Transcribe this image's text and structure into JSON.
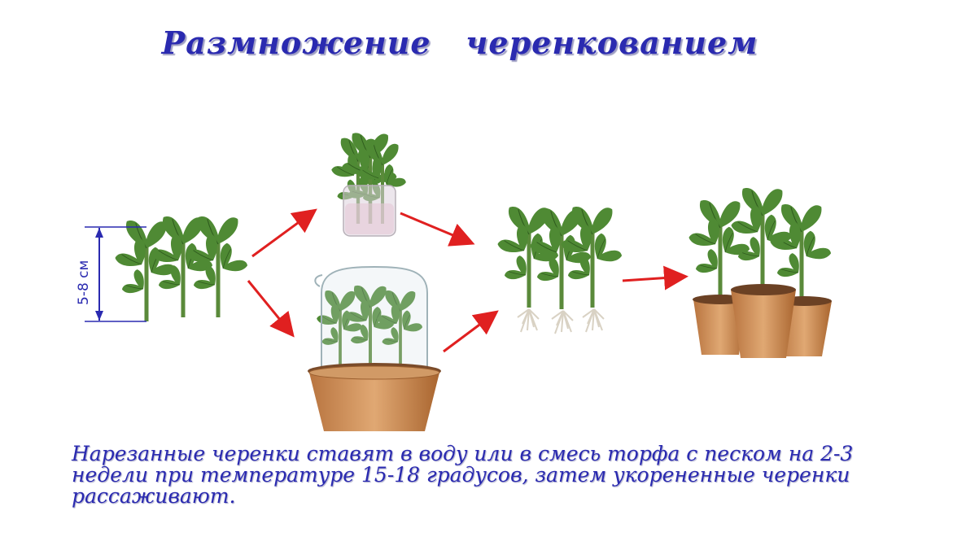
{
  "title": "Размножение   черенкованием",
  "dimension_label": "5-8 см",
  "caption": "Нарезанные черенки ставят в воду или в смесь торфа с песком на 2-3 недели при температуре 15-18 градусов, затем укорененные черенки рассаживают.",
  "colors": {
    "text": "#2a2ab0",
    "arrow": "#e02020",
    "leaf": "#4f8a34",
    "pot": "#c98a55"
  }
}
